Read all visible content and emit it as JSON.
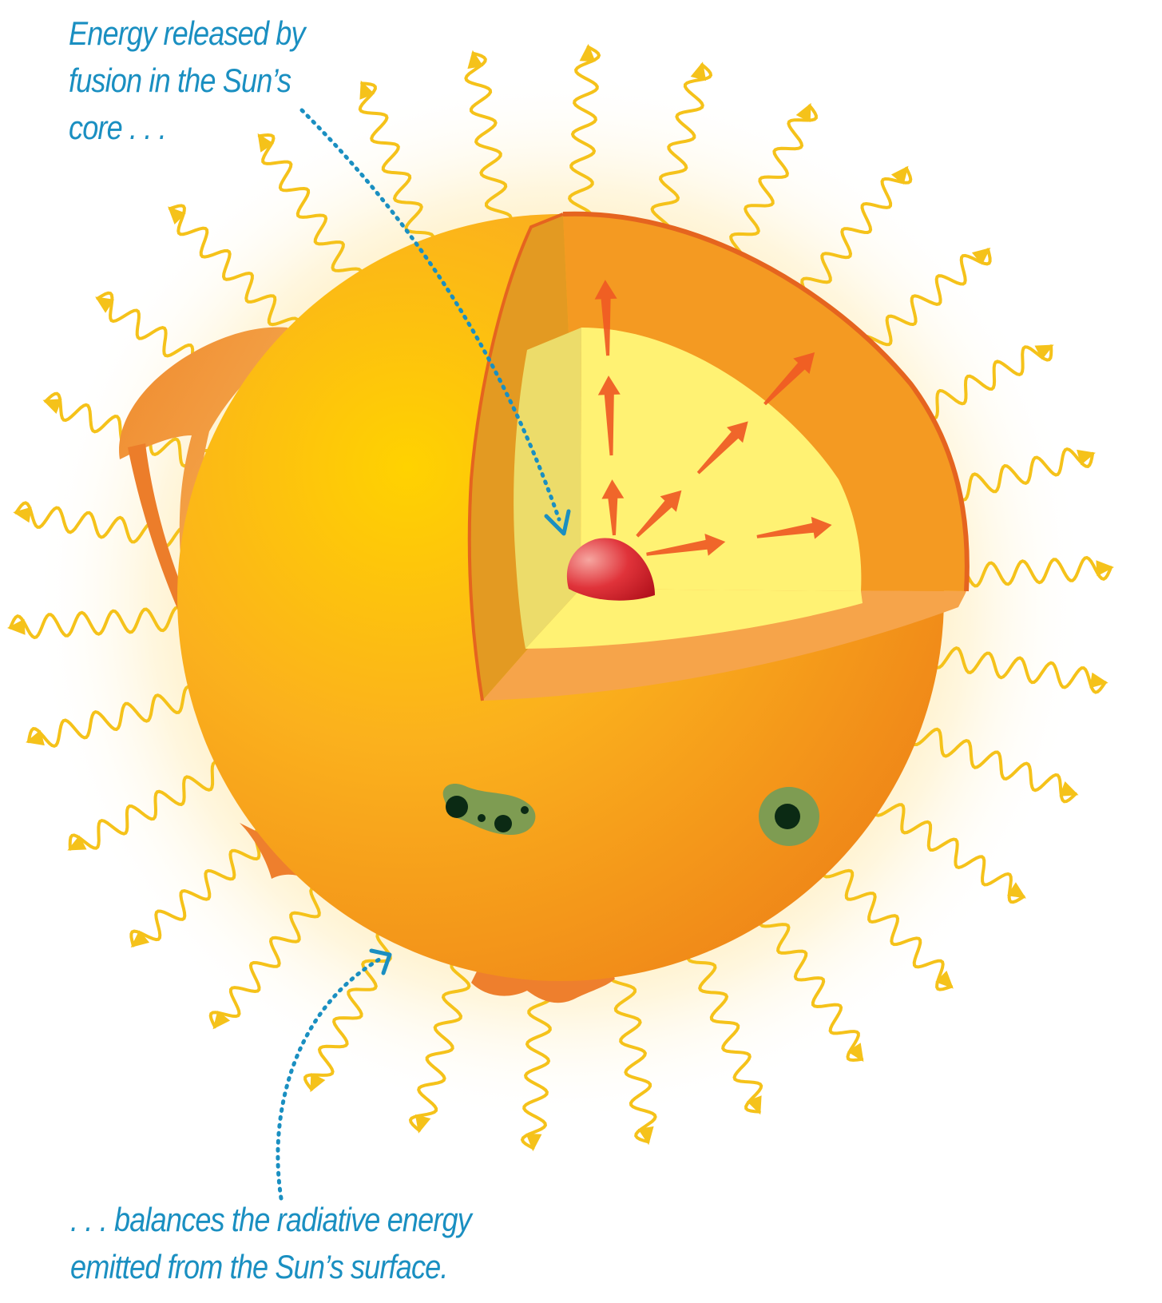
{
  "captions": {
    "top": {
      "lines": [
        "Energy released by",
        "fusion in the Sun’s",
        "core . . ."
      ]
    },
    "bottom": {
      "lines": [
        ". . . balances the radiative energy",
        "emitted from the Sun’s surface."
      ]
    }
  },
  "colors": {
    "caption_text": "#1a8fc1",
    "leader_line": "#1a8fc1",
    "sun_surface": "#f7a21c",
    "sun_surface_light": "#ffd400",
    "sun_surface_dark": "#ef8a1a",
    "radiative_zone": "#fff170",
    "convective_cut": "#f49a22",
    "core": "#d8232a",
    "energy_arrow": "#ef5a24",
    "radiation_wave": "#f5c21a",
    "sunspot_umbra": "#0b2a14",
    "sunspot_penumbra": "#7e9c52"
  },
  "icons": {
    "radiation": "wavy-arrow-icon",
    "energy_flow": "energy-arrow-icon",
    "sunspot": "sunspot-icon",
    "prominence": "solar-prominence-icon"
  }
}
